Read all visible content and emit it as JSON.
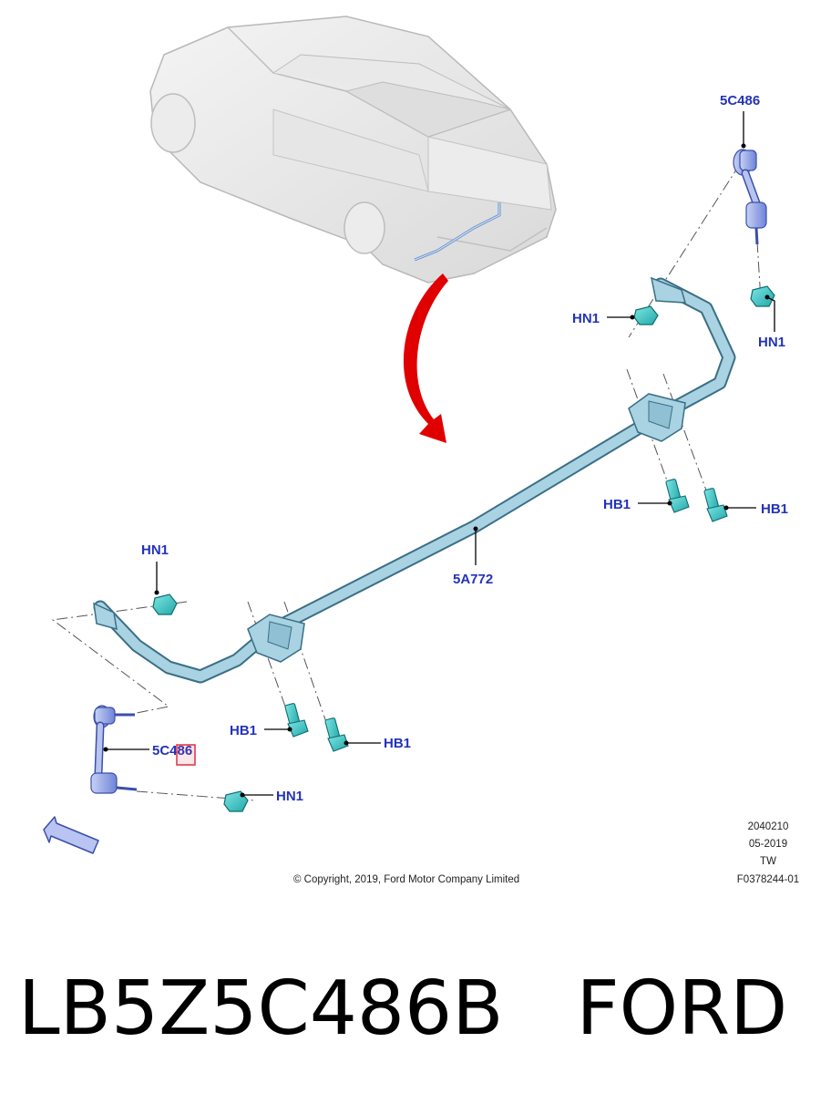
{
  "callouts": {
    "link_top": "5C486",
    "nut_top_left": "HN1",
    "nut_top_right": "HN1",
    "bolt_right_a": "HB1",
    "bolt_right_b": "HB1",
    "bar": "5A772",
    "nut_left_top": "HN1",
    "bolt_left_a": "HB1",
    "bolt_left_b": "HB1",
    "link_bottom": "5C486",
    "nut_bottom": "HN1"
  },
  "footer": {
    "code": "2040210",
    "date": "05-2019",
    "region": "TW",
    "figure_id": "F0378244-01",
    "copyright": "© Copyright, 2019, Ford Motor Company Limited"
  },
  "caption": {
    "part_number": "LB5Z5C486B",
    "brand": "FORD"
  },
  "colors": {
    "label": "#2333b8",
    "arrow": "#e00000",
    "part_cyan": "#3fc6c6",
    "bar_fill": "#a9d2e2",
    "link_fill": "#8fa2e6",
    "highlight_box": "#e23b4a"
  }
}
